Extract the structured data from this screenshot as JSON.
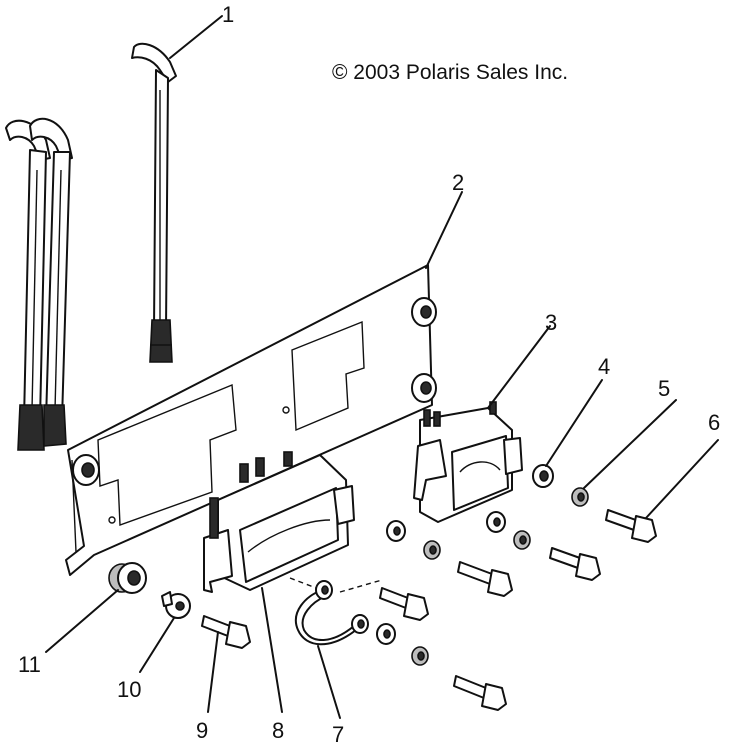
{
  "copyright": "© 2003 Polaris Sales Inc.",
  "callouts": [
    "1",
    "2",
    "3",
    "4",
    "5",
    "6",
    "7",
    "8",
    "9",
    "10",
    "11"
  ],
  "parts": [
    {
      "id": "high-tension-lead-front",
      "callout": "1"
    },
    {
      "id": "mounting-plate",
      "callout": "2"
    },
    {
      "id": "ignition-coil-rear",
      "callout": "3"
    },
    {
      "id": "washer",
      "callout": "4"
    },
    {
      "id": "lock-washer",
      "callout": "5"
    },
    {
      "id": "bolt-coil",
      "callout": "6"
    },
    {
      "id": "ground-wire",
      "callout": "7"
    },
    {
      "id": "ignition-coil-front",
      "callout": "8"
    },
    {
      "id": "bolt-plate",
      "callout": "9"
    },
    {
      "id": "grommet-washer",
      "callout": "10"
    },
    {
      "id": "rubber-grommet",
      "callout": "11"
    }
  ]
}
